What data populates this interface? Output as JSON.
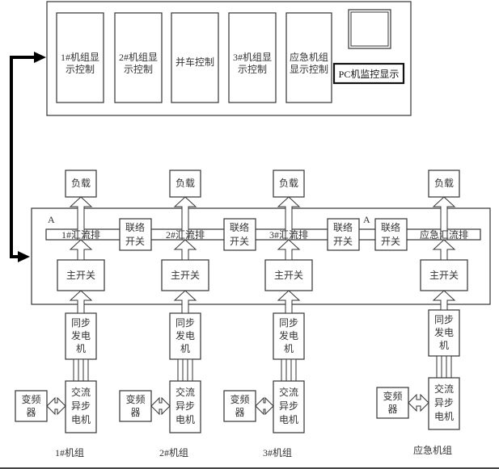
{
  "control_panel": {
    "display_modules": [
      {
        "lines": [
          "1#机组显",
          "示控制"
        ]
      },
      {
        "lines": [
          "2#机组显",
          "示控制"
        ]
      },
      {
        "lines": [
          "并车控制"
        ]
      },
      {
        "lines": [
          "3#机组显",
          "示控制"
        ]
      },
      {
        "lines": [
          "应急机组",
          "显示控制"
        ]
      }
    ],
    "pc_monitor_label": "PC机监控显示"
  },
  "switchboard": {
    "marker_label": "A",
    "marker_label_2": "A",
    "busbars": [
      "1#汇流排",
      "2#汇流排",
      "3#汇流排",
      "应急汇流排"
    ],
    "tie_switch_lines": [
      "联络",
      "开关"
    ],
    "main_switch_label": "主开关"
  },
  "units": [
    {
      "name": "1#机组"
    },
    {
      "name": "2#机组"
    },
    {
      "name": "3#机组"
    },
    {
      "name": "应急机组"
    }
  ],
  "load_label": "负载",
  "sync_generator_lines": [
    "同步",
    "发电",
    "机"
  ],
  "ac_motor_lines": [
    "交流",
    "异步",
    "电机"
  ],
  "inverter_lines": [
    "变频",
    "器"
  ]
}
